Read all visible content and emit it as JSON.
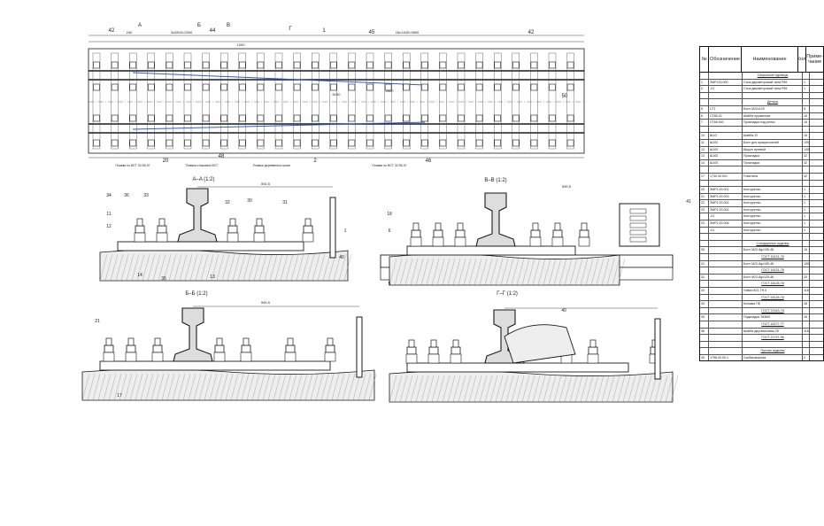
{
  "plan": {
    "dims": [
      "240",
      "3x2800=2500",
      "16x1400=9800",
      "6150",
      "2600",
      "1000"
    ],
    "callouts": [
      "42",
      "44",
      "48",
      "1",
      "45",
      "42",
      "20",
      "2",
      "46",
      "50"
    ],
    "section_marks": [
      "A",
      "Б",
      "В",
      "Г"
    ],
    "notes": [
      "Плавки по ВСТ 32.55-97",
      "Плавки стыковые ВСТ",
      "Плавки деревянных шпал",
      "Плавки по ВСТ 32.55-97"
    ]
  },
  "sections": {
    "aa": {
      "title": "A–A (1:2)",
      "width": "592,5",
      "callouts": [
        "34",
        "36",
        "33",
        "32",
        "30",
        "31",
        "1",
        "11",
        "12",
        "14",
        "35",
        "13",
        "40"
      ]
    },
    "bb": {
      "title": "B–B (1:2)",
      "width": "590,5",
      "callouts": [
        "18",
        "6",
        "5",
        "41"
      ]
    },
    "vv": {
      "title": "Б–Б (1:2)",
      "width": "590,5",
      "callouts": [
        "21",
        "17"
      ]
    },
    "gg": {
      "title": "Г–Г (1:2)",
      "callouts": [
        "40"
      ]
    }
  },
  "spec": {
    "headers": [
      "№",
      "Обозначение",
      "Наименование",
      "Кол.",
      "Приме-чание"
    ],
    "rows": [
      [
        "",
        "",
        "Сборочные единицы",
        "",
        ""
      ],
      [
        "1",
        "ЗМР133.000",
        "Стык двухметровый типа Р65",
        "1",
        ""
      ],
      [
        "2",
        "-01",
        "Стык двухметровый типа Р65",
        "1",
        ""
      ],
      [
        "",
        "",
        "",
        "",
        ""
      ],
      [
        "",
        "",
        "Детали",
        "",
        ""
      ],
      [
        "5",
        "СТ1",
        "Болт М22х120",
        "8",
        ""
      ],
      [
        "6",
        "СТ66-01",
        "Шайба пружинная",
        "16",
        ""
      ],
      [
        "7",
        "СТ66.000",
        "Прокладка под рельс",
        "16",
        ""
      ],
      [
        "",
        "",
        "",
        "",
        ""
      ],
      [
        "10",
        "Ш1/2",
        "Шайба 22",
        "16",
        ""
      ],
      [
        "11",
        "Ш100",
        "Болт для прикреплений",
        "100",
        ""
      ],
      [
        "12",
        "Ш100",
        "Шуруп путевой",
        "100",
        ""
      ],
      [
        "13",
        "Ш163",
        "Прокладка",
        "32",
        ""
      ],
      [
        "14",
        "Ш100",
        "Прокладка",
        "32",
        ""
      ],
      [
        "",
        "",
        "",
        "",
        ""
      ],
      [
        "17",
        "1730.00.001",
        "Пластина",
        "32",
        ""
      ],
      [
        "",
        "",
        "",
        "",
        ""
      ],
      [
        "20",
        "ЗМР1.00.001",
        "Контррельс",
        "1",
        ""
      ],
      [
        "21",
        "ЗМР1.00.003",
        "Контррельс",
        "1",
        ""
      ],
      [
        "22",
        "ЗМР1.00.004",
        "Контррельс",
        "1",
        ""
      ],
      [
        "23",
        "ЗМР1.00.004",
        "Контррельс",
        "1",
        ""
      ],
      [
        "",
        "-01",
        "Контррельс",
        "1",
        ""
      ],
      [
        "24",
        "ЗМР1.00.006",
        "Контррельс",
        "1",
        ""
      ],
      [
        "",
        "-01",
        "Контррельс",
        "1",
        ""
      ],
      [
        "",
        "",
        "",
        "",
        ""
      ],
      [
        "",
        "",
        "Стандартные изделия",
        "",
        ""
      ],
      [
        "30",
        "",
        "Болт М22-8gх195.48",
        "16",
        ""
      ],
      [
        "",
        "",
        "ГОСТ 18131-78",
        "",
        ""
      ],
      [
        "31",
        "",
        "Болт М22-8gх195.48",
        "100",
        ""
      ],
      [
        "",
        "",
        "ГОСТ 18131-78",
        "",
        ""
      ],
      [
        "32",
        "",
        "Болт М22-8gх125.48",
        "20",
        ""
      ],
      [
        "",
        "",
        "ГОСТ 18126-78",
        "",
        ""
      ],
      [
        "33",
        "",
        "Гайка М22-7Н.5",
        "116",
        ""
      ],
      [
        "",
        "",
        "ГОСТ 18126-78",
        "",
        ""
      ],
      [
        "34",
        "",
        "Клемма ПК",
        "28",
        ""
      ],
      [
        "",
        "",
        "ГОСТ 22343-78",
        "",
        ""
      ],
      [
        "35",
        "",
        "Подкладка ЭКБ65",
        "16",
        ""
      ],
      [
        "",
        "",
        "ГОСТ 16277-77",
        "",
        ""
      ],
      [
        "36",
        "",
        "Шайба двухвитковая 25",
        "116",
        ""
      ],
      [
        "",
        "",
        "ГОСТ 21797-96",
        "",
        ""
      ],
      [
        "",
        "",
        "",
        "",
        ""
      ],
      [
        "",
        "",
        "Прочие изделия",
        "",
        ""
      ],
      [
        "40",
        "1758.00.00.1",
        "Скобаговорная",
        "2",
        ""
      ]
    ]
  }
}
